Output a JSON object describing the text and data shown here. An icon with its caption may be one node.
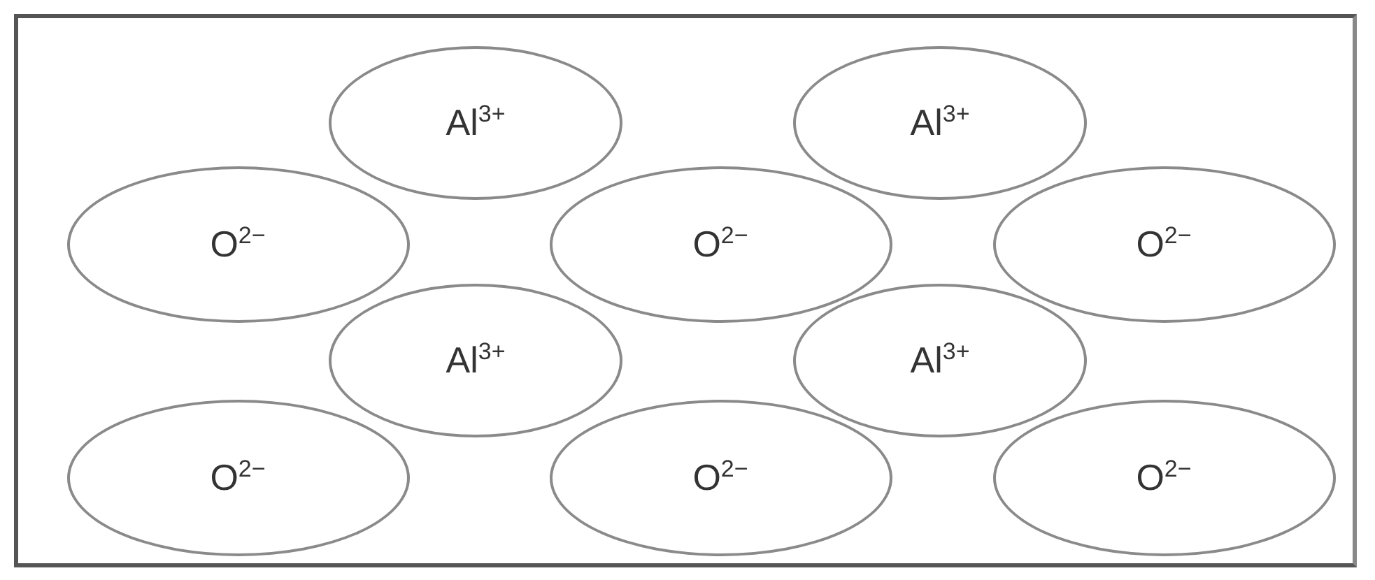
{
  "diagram": {
    "nodes": [
      {
        "text": [
          "Al$^{3+}$"
        ]
      },
      {
        "text": [
          "Al$^{3+}$"
        ]
      },
      {
        "text": [
          "O$^{2−}$"
        ]
      },
      {
        "text": [
          "O$^{2−}$"
        ]
      },
      {
        "text": [
          "O$^{2−}$"
        ]
      },
      {
        "text": [
          "Al$^{3+}$"
        ]
      },
      {
        "text": [
          "Al$^{3+}$"
        ]
      },
      {
        "text": [
          "O$^{2−}$"
        ]
      },
      {
        "text": [
          "O$^{2−}$"
        ]
      },
      {
        "text": [
          "O$^{2−}$"
        ]
      }
    ]
  }
}
